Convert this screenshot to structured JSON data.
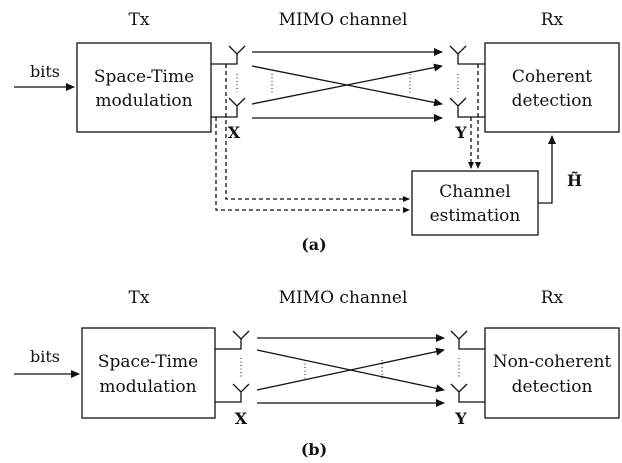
{
  "diagram_a": {
    "tx_label": "Tx",
    "channel_label": "MIMO channel",
    "rx_label": "Rx",
    "input_label": "bits",
    "modulation_line1": "Space-Time",
    "modulation_line2": "modulation",
    "detection_line1": "Coherent",
    "detection_line2": "detection",
    "estimation_line1": "Channel",
    "estimation_line2": "estimation",
    "tx_signal_label": "X",
    "rx_signal_label": "Y",
    "estimate_label": "H̃",
    "caption": "(a)"
  },
  "diagram_b": {
    "tx_label": "Tx",
    "channel_label": "MIMO channel",
    "rx_label": "Rx",
    "input_label": "bits",
    "modulation_line1": "Space-Time",
    "modulation_line2": "modulation",
    "detection_line1": "Non-coherent",
    "detection_line2": "detection",
    "tx_signal_label": "X",
    "rx_signal_label": "Y",
    "caption": "(b)"
  }
}
